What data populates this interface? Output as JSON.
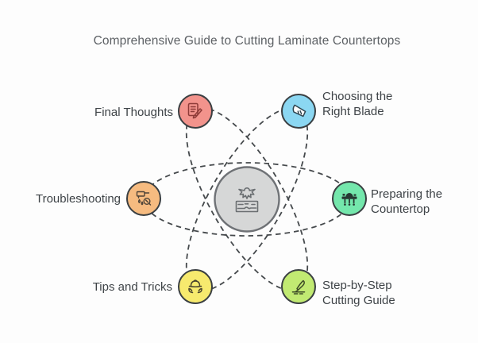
{
  "title": "Comprehensive Guide to Cutting Laminate Countertops",
  "background": "#fdfdfd",
  "title_color": "#5d6165",
  "label_color": "#3e4347",
  "orbits": {
    "color": "#45494c",
    "dash": "6.5 5"
  },
  "center": {
    "icon": "circular-saw-laminate-icon",
    "fill": "#d6d7d7",
    "border": "#6f7276",
    "icon_color": "#6b6f72"
  },
  "nodes": [
    {
      "id": "final-thoughts",
      "label": "Final Thoughts",
      "icon": "notes-pencil-icon",
      "fill": "#f2938c",
      "icon_color": "#8e3b38",
      "position": "top-left"
    },
    {
      "id": "choosing-blade",
      "label": "Choosing the Right Blade",
      "icon": "utility-blade-icon",
      "fill": "#8bd7f2",
      "icon_color": "#2f4550",
      "position": "top-right"
    },
    {
      "id": "troubleshooting",
      "label": "Troubleshooting",
      "icon": "repair-tools-icon",
      "fill": "#f6bb80",
      "icon_color": "#4d4338",
      "position": "left"
    },
    {
      "id": "preparing-countertop",
      "label": "Preparing the Countertop",
      "icon": "table-saw-icon",
      "fill": "#74e7ac",
      "icon_color": "#263832",
      "position": "right"
    },
    {
      "id": "tips-tricks",
      "label": "Tips and Tricks",
      "icon": "hands-hardhat-icon",
      "fill": "#f7ea6e",
      "icon_color": "#4a442e",
      "position": "bottom-left"
    },
    {
      "id": "step-by-step",
      "label": "Step-by-Step Cutting Guide",
      "icon": "cutting-knife-icon",
      "fill": "#c1ea72",
      "icon_color": "#3c4a26",
      "position": "bottom-right"
    }
  ]
}
